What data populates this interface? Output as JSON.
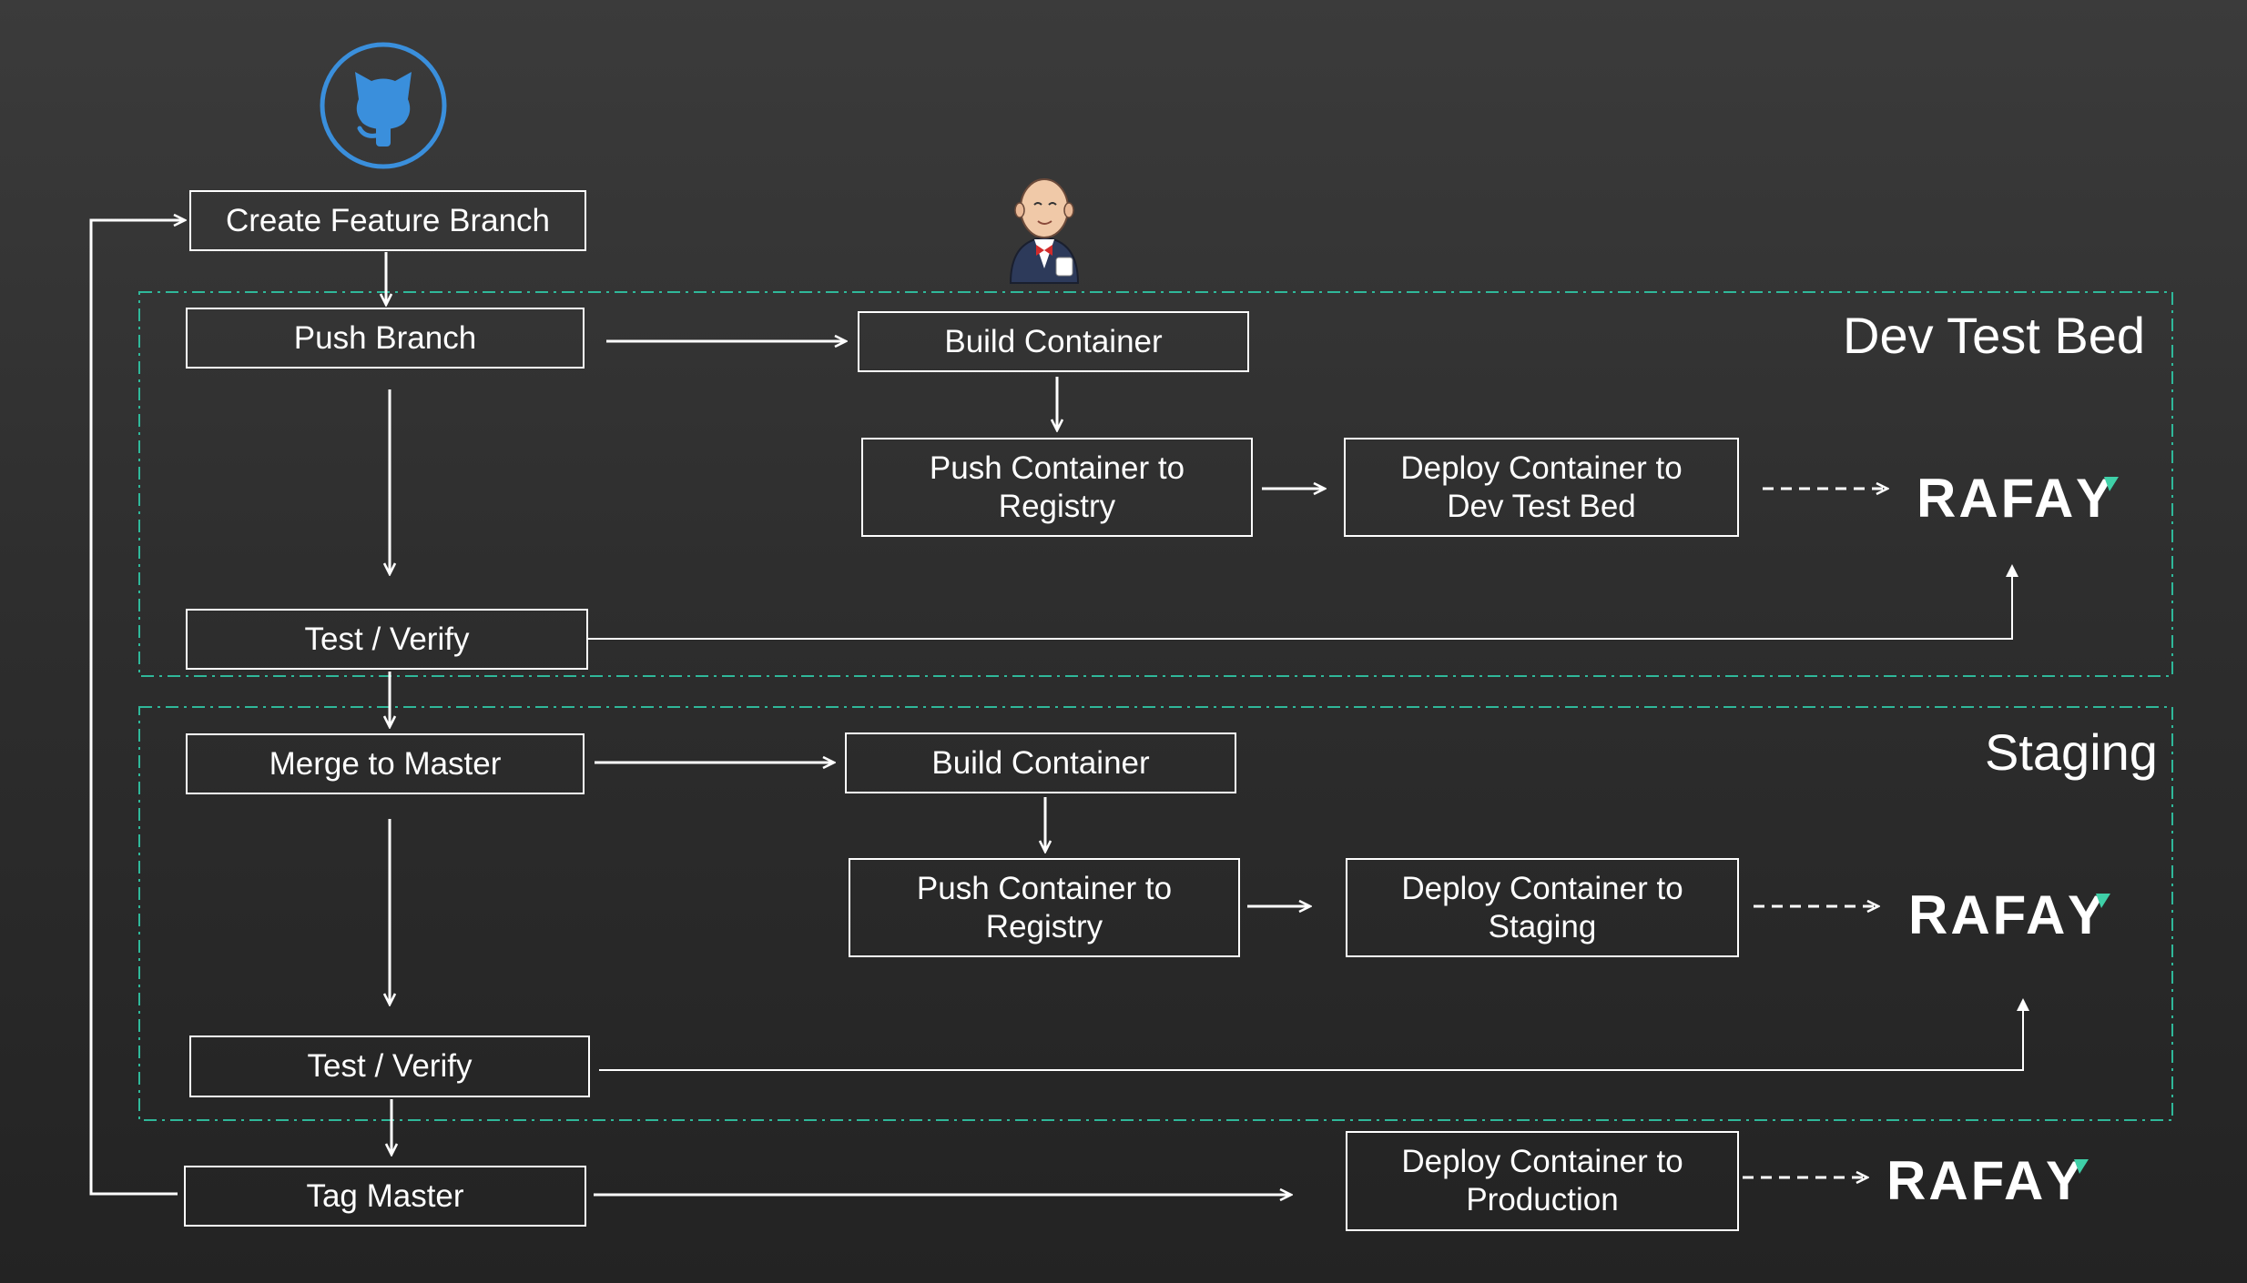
{
  "colors": {
    "background_top": "#3b3b3b",
    "background_bottom": "#232323",
    "box_stroke": "#ffffff",
    "zone_border": "#2fb89a",
    "github_blue": "#3a8fdc",
    "rafay_accent": "#3fd0a8"
  },
  "icons": {
    "source_control": "github-octocat-icon",
    "ci_server": "jenkins-butler-icon",
    "deploy_target": "rafay-logo"
  },
  "zones": {
    "dev": {
      "label": "Dev Test Bed"
    },
    "staging": {
      "label": "Staging"
    }
  },
  "nodes": {
    "create_feature_branch": "Create Feature Branch",
    "push_branch": "Push Branch",
    "build_container_dev": "Build Container",
    "push_registry_dev": "Push Container to\nRegistry",
    "deploy_dev": "Deploy Container to\nDev Test Bed",
    "test_verify_dev": "Test / Verify",
    "merge_to_master": "Merge to Master",
    "build_container_staging": "Build Container",
    "push_registry_staging": "Push Container to\nRegistry",
    "deploy_staging": "Deploy Container to\nStaging",
    "test_verify_staging": "Test / Verify",
    "tag_master": "Tag Master",
    "deploy_production": "Deploy Container to\nProduction"
  },
  "logos": {
    "rafay_main": "RAFA",
    "rafay_tail": "Y"
  }
}
